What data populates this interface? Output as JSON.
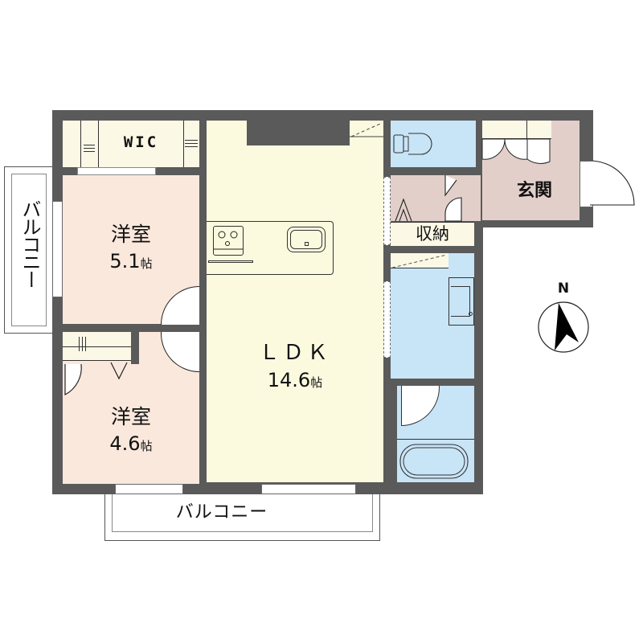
{
  "floor_plan": {
    "colors": {
      "wall": "#5a5a5a",
      "western_room": "#fae8dc",
      "ldk": "#fbfadf",
      "wic": "#fbf8e6",
      "water_area": "#c8e4f7",
      "entrance": "#e2cfca",
      "balcony": "#ffffff"
    },
    "rooms": [
      {
        "id": "wic",
        "label": "WIC"
      },
      {
        "id": "western1",
        "label": "洋室",
        "size": "5.1",
        "unit": "帖"
      },
      {
        "id": "western2",
        "label": "洋室",
        "size": "4.6",
        "unit": "帖"
      },
      {
        "id": "ldk",
        "label": "ＬＤＫ",
        "size": "14.6",
        "unit": "帖"
      },
      {
        "id": "storage",
        "label": "収納"
      },
      {
        "id": "entrance",
        "label": "玄関"
      },
      {
        "id": "toilet",
        "label": ""
      },
      {
        "id": "washroom",
        "label": ""
      },
      {
        "id": "bathroom",
        "label": ""
      }
    ],
    "balconies": [
      {
        "id": "balcony-left",
        "label": "バルコニー"
      },
      {
        "id": "balcony-bottom",
        "label": "バルコニー"
      }
    ],
    "compass": {
      "label": "N",
      "icon": "north-arrow-icon"
    }
  }
}
